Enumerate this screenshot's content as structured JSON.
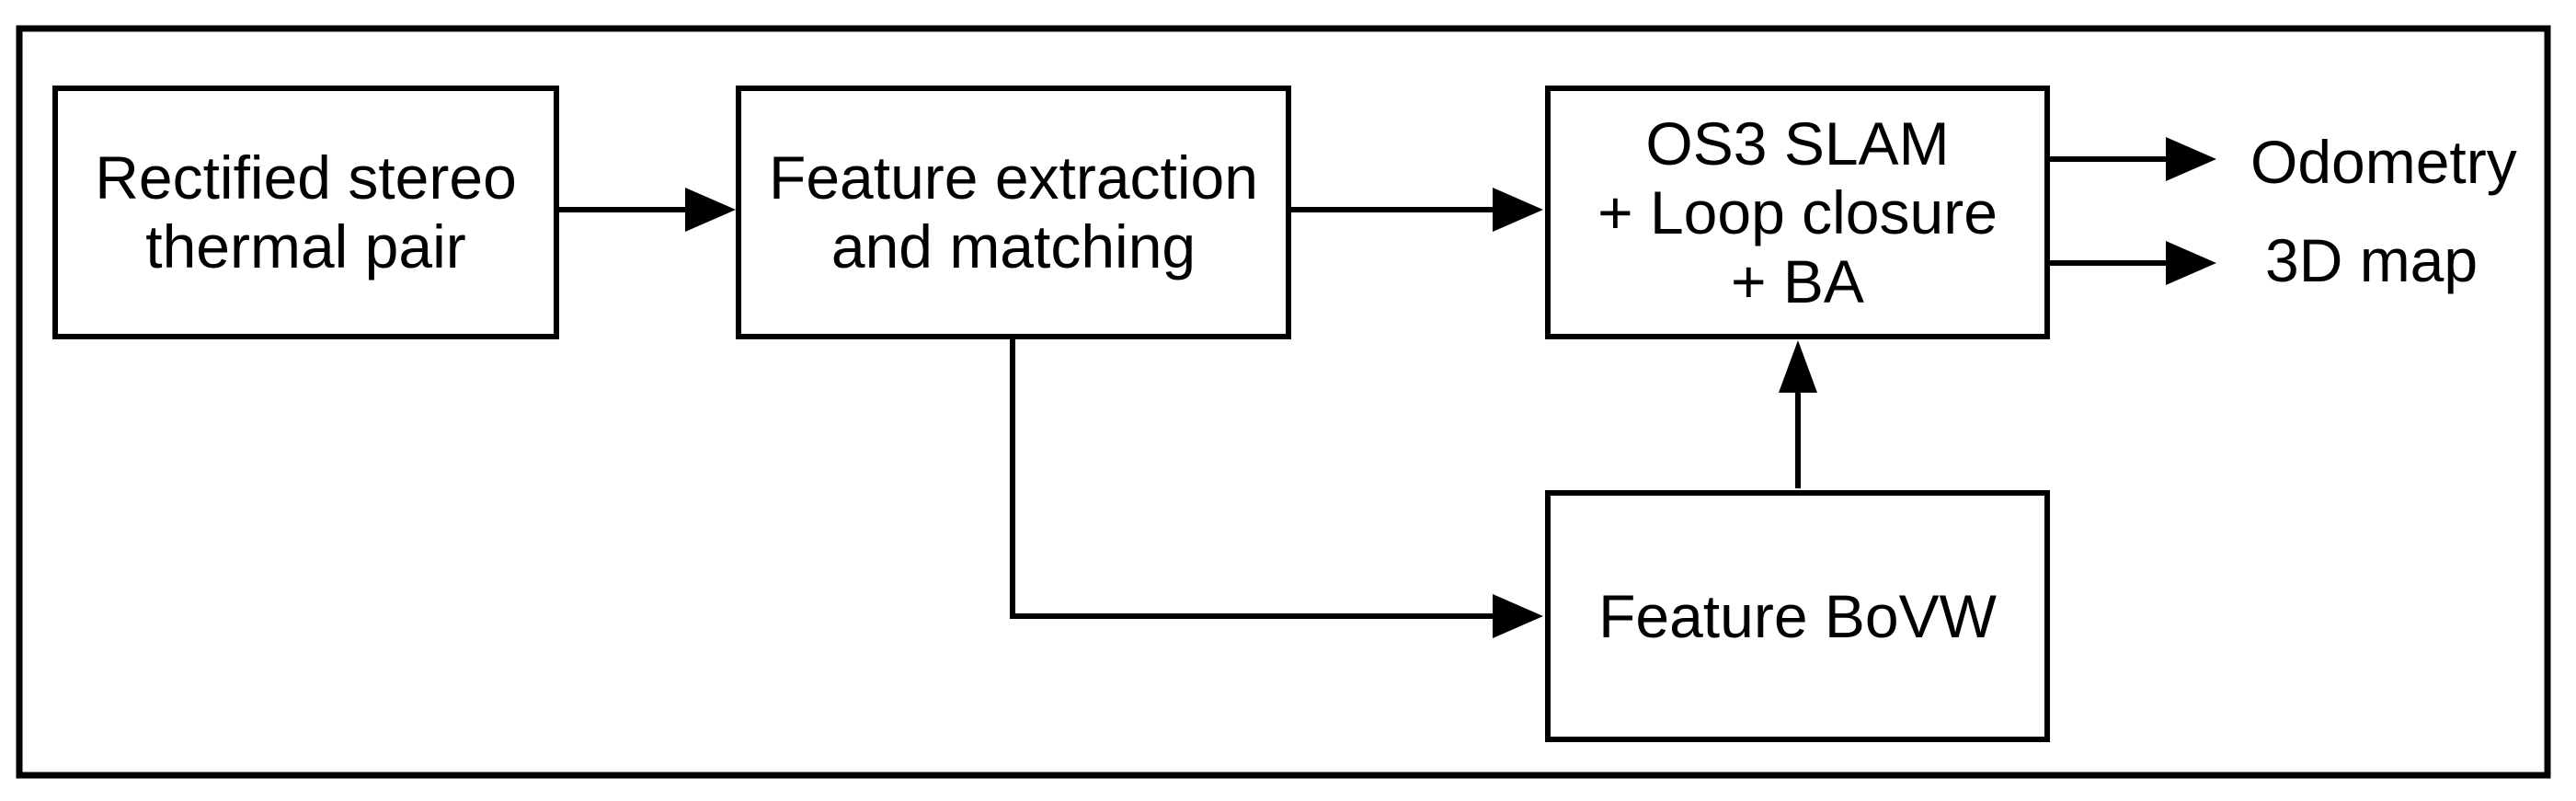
{
  "diagram": {
    "nodes": {
      "rectified": {
        "label": "Rectified stereo\nthermal pair"
      },
      "extraction": {
        "label": "Feature extraction\nand matching"
      },
      "slam": {
        "label": "OS3 SLAM\n+ Loop closure\n+ BA"
      },
      "bovw": {
        "label": "Feature BoVW"
      }
    },
    "outputs": {
      "odometry": {
        "label": "Odometry"
      },
      "map3d": {
        "label": "3D map"
      }
    },
    "style": {
      "stroke_color": "#000000",
      "background_color": "#ffffff"
    }
  }
}
